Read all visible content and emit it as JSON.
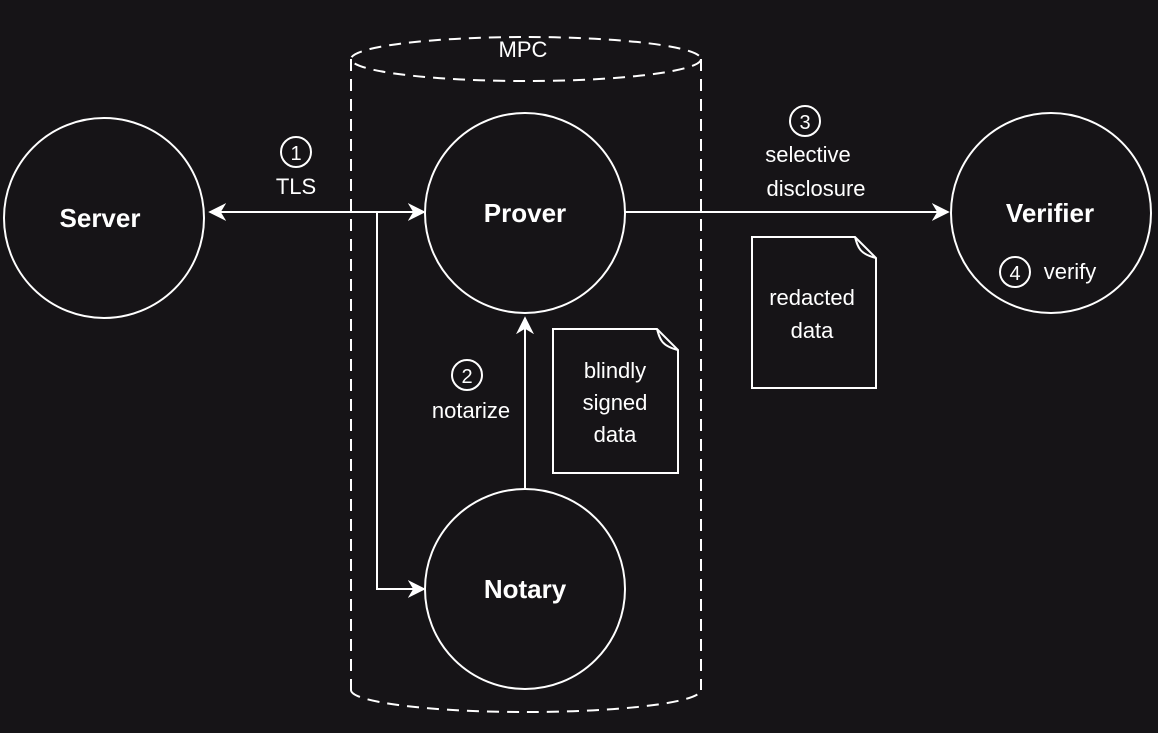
{
  "nodes": {
    "server": "Server",
    "prover": "Prover",
    "notary": "Notary",
    "verifier": "Verifier"
  },
  "container": {
    "label": "MPC"
  },
  "steps": {
    "tls": {
      "number": "1",
      "label": "TLS"
    },
    "notarize": {
      "number": "2",
      "label": "notarize"
    },
    "disclosure": {
      "number": "3",
      "label_line1": "selective",
      "label_line2": "disclosure"
    },
    "verify": {
      "number": "4",
      "label": "verify"
    }
  },
  "documents": {
    "blindly_signed": {
      "line1": "blindly",
      "line2": "signed",
      "line3": "data"
    },
    "redacted": {
      "line1": "redacted",
      "line2": "data"
    }
  },
  "colors": {
    "background": "#161417",
    "stroke": "#ffffff",
    "text": "#ffffff"
  }
}
